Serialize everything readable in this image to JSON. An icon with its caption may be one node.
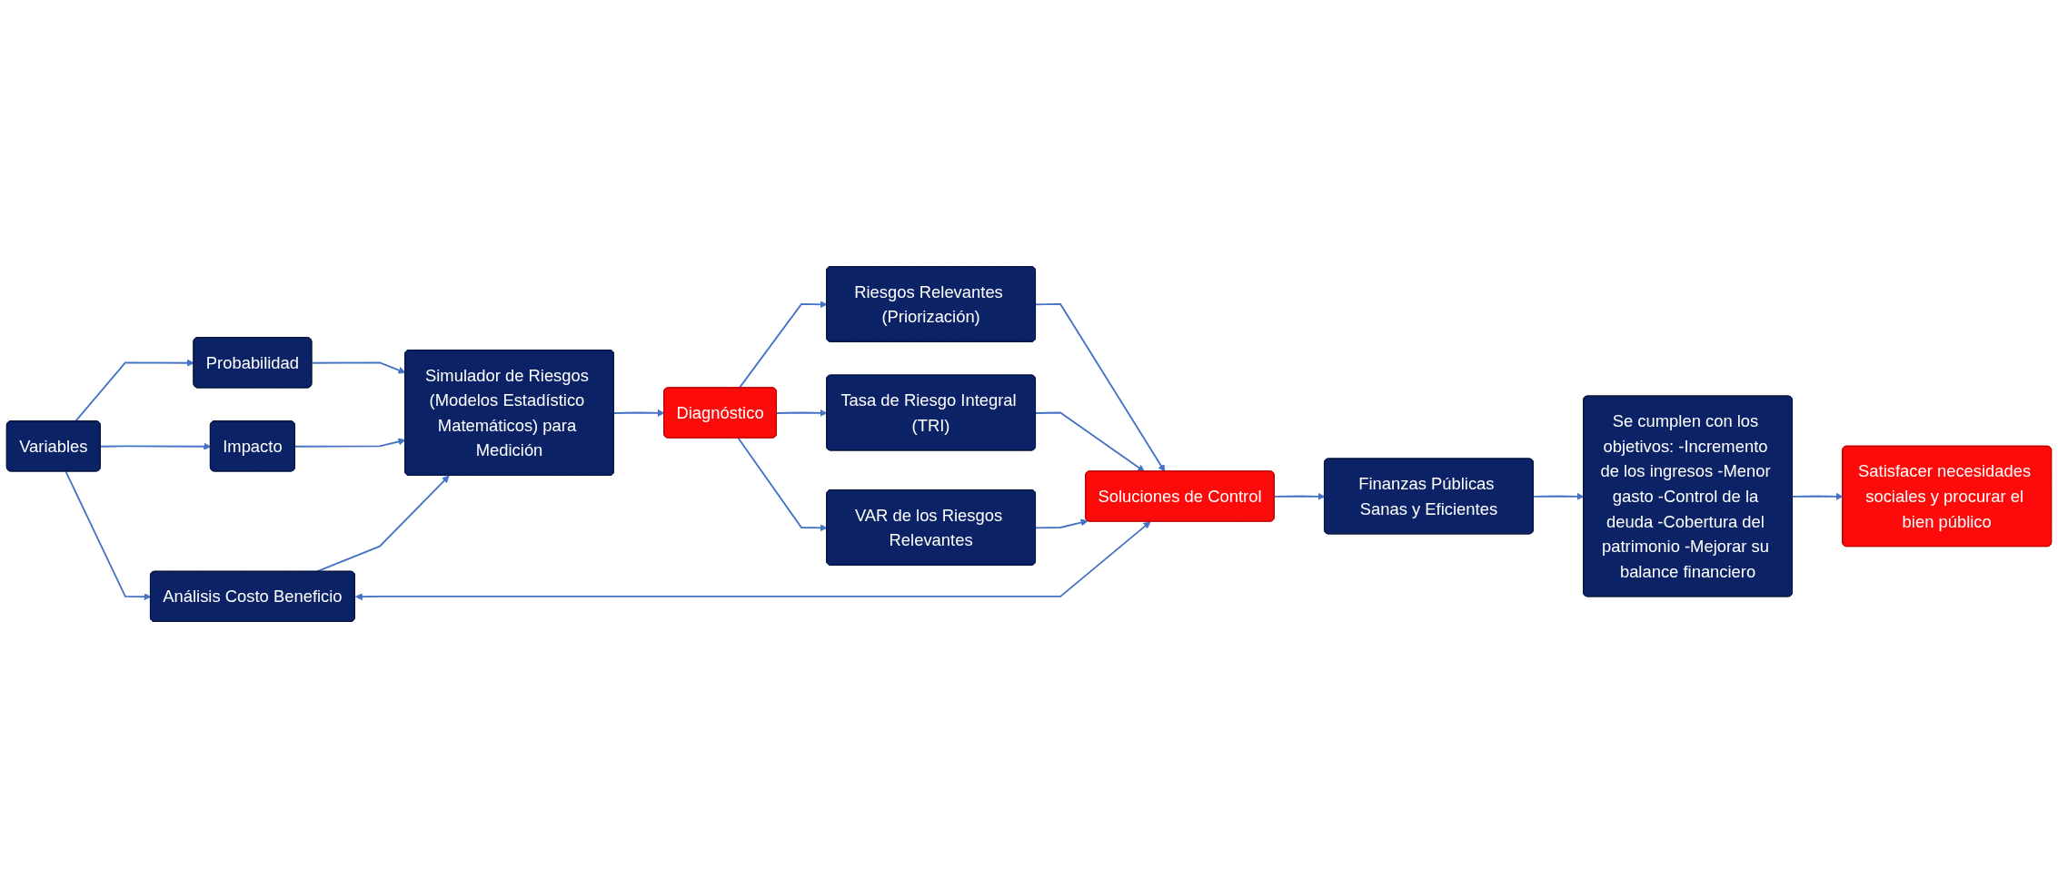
{
  "diagram": {
    "nodes": [
      {
        "text": [
          "Variables"
        ]
      },
      {
        "text": [
          "Probabilidad"
        ]
      },
      {
        "text": [
          "Impacto"
        ]
      },
      {
        "text": [
          "Análisis Costo Beneficio"
        ]
      },
      {
        "text": [
          "Simulador de Riesgos (Modelos Estadístico Matemáticos) para Medición"
        ]
      },
      {
        "text": [
          "Diagnóstico"
        ]
      },
      {
        "text": [
          "Riesgos Relevantes (Priorización)"
        ]
      },
      {
        "text": [
          "Tasa de Riesgo Integral (TRI)"
        ]
      },
      {
        "text": [
          "VAR de los Riesgos Relevantes"
        ]
      },
      {
        "text": [
          "Soluciones de Control"
        ]
      },
      {
        "text": [
          "Finanzas Públicas Sanas y Eficientes"
        ]
      },
      {
        "text": [
          "Se cumplen con los objetivos: -Incremento de los ingresos -Menor gasto -Control de la deuda -Cobertura del patrimonio -Mejorar su balance financiero"
        ]
      },
      {
        "text": [
          "Satisfacer necesidades sociales y procurar el bien público"
        ]
      }
    ],
    "edges": [
      {
        "from": 0,
        "to": 1,
        "arrow": "to"
      },
      {
        "from": 0,
        "to": 2,
        "arrow": "to"
      },
      {
        "from": 0,
        "to": 3,
        "arrow": "to"
      },
      {
        "from": 1,
        "to": 4,
        "arrow": "to"
      },
      {
        "from": 2,
        "to": 4,
        "arrow": "to"
      },
      {
        "from": 3,
        "to": 4,
        "arrow": "to"
      },
      {
        "from": 4,
        "to": 5,
        "arrow": "to"
      },
      {
        "from": 5,
        "to": 6,
        "arrow": "to"
      },
      {
        "from": 5,
        "to": 7,
        "arrow": "to"
      },
      {
        "from": 5,
        "to": 8,
        "arrow": "to"
      },
      {
        "from": 6,
        "to": 9,
        "arrow": "to"
      },
      {
        "from": 7,
        "to": 9,
        "arrow": "to"
      },
      {
        "from": 8,
        "to": 9,
        "arrow": "to"
      },
      {
        "from": 9,
        "to": 10,
        "arrow": "to"
      },
      {
        "from": 10,
        "to": 11,
        "arrow": "to"
      },
      {
        "from": 11,
        "to": 12,
        "arrow": "to"
      },
      {
        "from": 3,
        "to": 9,
        "arrow": "both"
      }
    ]
  }
}
